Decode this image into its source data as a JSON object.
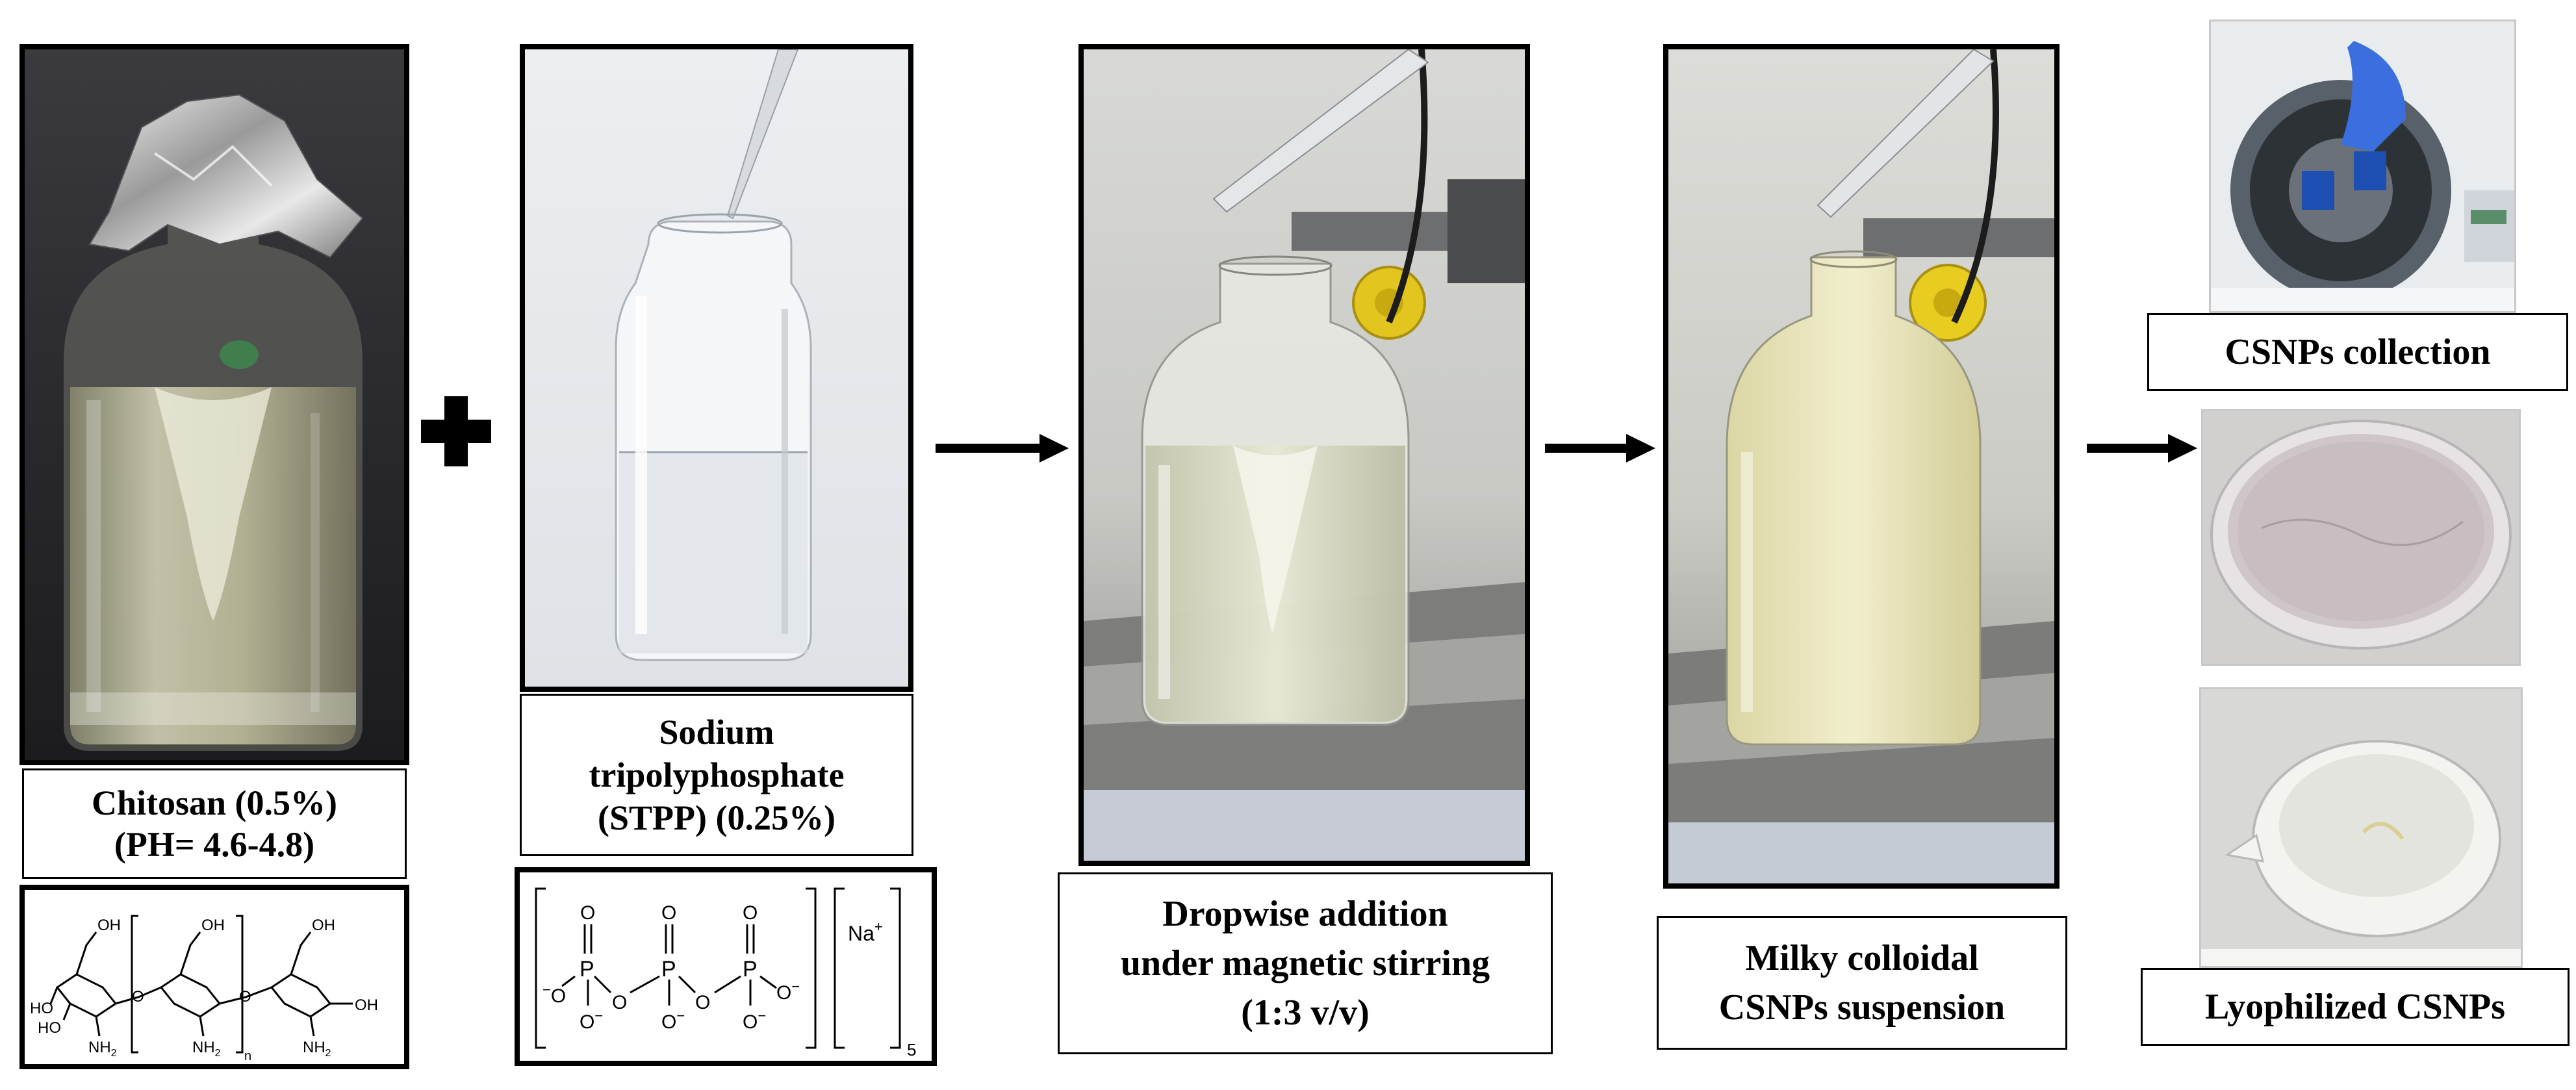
{
  "steps": {
    "chitosan": {
      "line1": "Chitosan (0.5%)",
      "line2": "(PH= 4.6-4.8)"
    },
    "stpp": {
      "line1": "Sodium",
      "line2": "tripolyphosphate",
      "line3": "(STPP) (0.25%)"
    },
    "dropwise": {
      "line1": "Dropwise addition",
      "line2": "under magnetic stirring",
      "line3": "(1:3 v/v)"
    },
    "milky": {
      "line1": "Milky colloidal",
      "line2": "CSNPs suspension"
    },
    "collection": {
      "label": "CSNPs collection"
    },
    "lyophilized": {
      "label": "Lyophilized CSNPs"
    }
  },
  "chitosan_structure": {
    "atoms": {
      "oh": "OH",
      "ho": "HO",
      "o": "O",
      "nh2": "NH",
      "sub2": "2",
      "n": "n"
    }
  },
  "stpp_structure": {
    "atoms": {
      "o": "O",
      "o_minus": "O",
      "minus": "−",
      "p": "P",
      "na": "Na",
      "plus": "+",
      "five": "5"
    }
  },
  "icons": {
    "plus": "plus-icon",
    "arrow": "right-arrow-icon"
  }
}
